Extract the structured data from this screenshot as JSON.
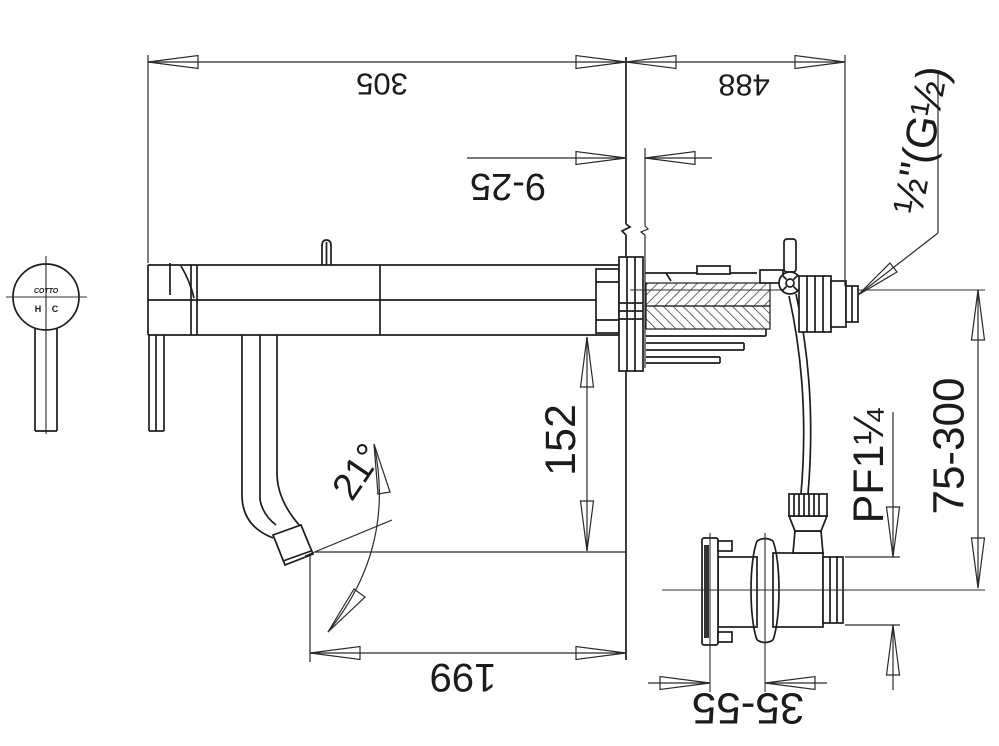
{
  "drawing": {
    "type": "technical installation drawing",
    "subject": "wall-mounted single-lever faucet with concealed supply and stop valve",
    "line_color": "#1c1c1c",
    "background": "#ffffff",
    "labels": {
      "dim_305": "305",
      "dim_488": "488",
      "dim_9_25": "9-25",
      "dim_152": "152",
      "angle_21": "21°",
      "dim_199": "199",
      "dim_35_55": "35-55",
      "thread_pf": "PF1¼",
      "dim_75_300": "75-300",
      "thread_g": "½\"(G½)"
    },
    "handle_badge": {
      "logo": "COTTO",
      "hot": "H",
      "cold": "C"
    }
  }
}
